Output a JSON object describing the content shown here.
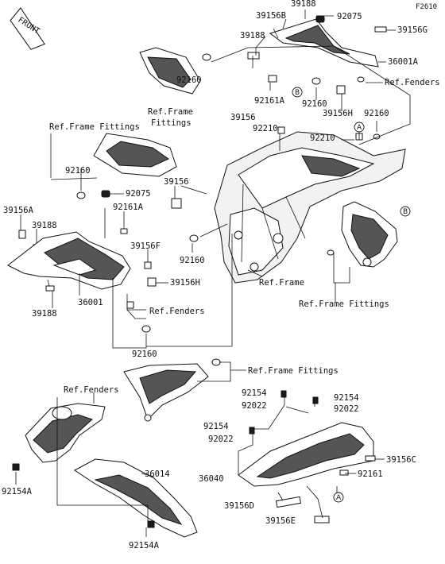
{
  "figure_code": "F2610",
  "front_marker": "FRONT",
  "circle_markers": {
    "a": "A",
    "b": "B"
  },
  "labels": {
    "p39188_top": "39188",
    "p39156B": "39156B",
    "p92075_top": "92075",
    "p39188_mid": "39188",
    "p39156G": "39156G",
    "p36001A": "36001A",
    "ref_fenders_top": "Ref.Fenders",
    "p92160_a": "92160",
    "p92161A_top": "92161A",
    "ref_frame_fittings_top": "Ref.Frame\nFittings",
    "p39156_top": "39156",
    "p92210_a": "92210",
    "p92160_b": "92160",
    "p39156H_top": "39156H",
    "p92160_c": "92160",
    "p92210_b": "92210",
    "ref_frame_fittings_left": "Ref.Frame Fittings",
    "p92160_d": "92160",
    "p39156_mid": "39156",
    "p92075_mid": "92075",
    "p39156A": "39156A",
    "p92161A_mid": "92161A",
    "p39188_left": "39188",
    "p39156F": "39156F",
    "p92160_e": "92160",
    "p39156H_mid": "39156H",
    "p36001": "36001",
    "ref_frame": "Ref.Frame",
    "ref_frame_fittings_right": "Ref.Frame Fittings",
    "p39188_low": "39188",
    "ref_fenders_mid": "Ref.Fenders",
    "p92160_f": "92160",
    "ref_frame_fittings_mid": "Ref.Frame Fittings",
    "ref_fenders_low": "Ref.Fenders",
    "p92154_a": "92154",
    "p92154_b": "92154",
    "p92022_a": "92022",
    "p92022_b": "92022",
    "p92154_c": "92154",
    "p92022_c": "92022",
    "p36014": "36014",
    "p39156C": "39156C",
    "p36040": "36040",
    "p92161": "92161",
    "p92154A_left": "92154A",
    "p39156D": "39156D",
    "p39156E": "39156E",
    "p92154A_bottom": "92154A"
  }
}
